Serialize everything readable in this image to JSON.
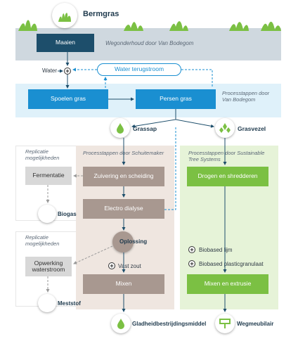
{
  "top": {
    "title": "Bermgras",
    "mow": "Maaien",
    "road_maintenance": "Wegonderhoud door Van Bodegom"
  },
  "water": {
    "label": "Water",
    "return_flow": "Water terugstroom"
  },
  "process_bodegom": {
    "rinse": "Spoelen gras",
    "press": "Persen gras",
    "caption": "Processtappen door Van Bodegom"
  },
  "outputs": {
    "grass_juice": "Grassap",
    "grass_fiber": "Grasvezel"
  },
  "replication1": {
    "caption": "Replicatie mogelijkheden",
    "fermentation": "Fermentatie",
    "biogas": "Biogas"
  },
  "schuitemaker": {
    "caption": "Processtappen door Schuitemaker",
    "purify": "Zuivering en scheiding",
    "electro": "Electro dialyse",
    "solution": "Oplossing",
    "solid_salt": "Vast zout",
    "mix": "Mixen",
    "product": "Gladheidbestrijdingsmiddel"
  },
  "replication2": {
    "caption": "Replicatie mogelijkheden",
    "water_treatment": "Opwerking waterstroom",
    "manure": "Meststof"
  },
  "sts": {
    "caption": "Processtappen door Sustainable Tree Systems",
    "dry_shred": "Drogen en shredderen",
    "biobased_glue": "Biobased lijm",
    "biobased_granulate": "Biobased plasticgranulaat",
    "mix_extrude": "Mixen en extrusie",
    "product": "Wegmeubilair"
  },
  "colors": {
    "dark_blue": "#1d4e6b",
    "blue": "#1a8fd1",
    "light_blue_band": "#dff1fa",
    "grey_band": "#cfd8df",
    "green": "#7bc043",
    "light_green": "#e6f3d8",
    "taupe": "#efe6e0",
    "brown_box": "#a89890",
    "grey_box": "#d8d8d8"
  },
  "icons": {
    "grass": "grass-icon",
    "drop": "drop-icon",
    "fiber": "fiber-icon",
    "sign": "sign-icon"
  }
}
